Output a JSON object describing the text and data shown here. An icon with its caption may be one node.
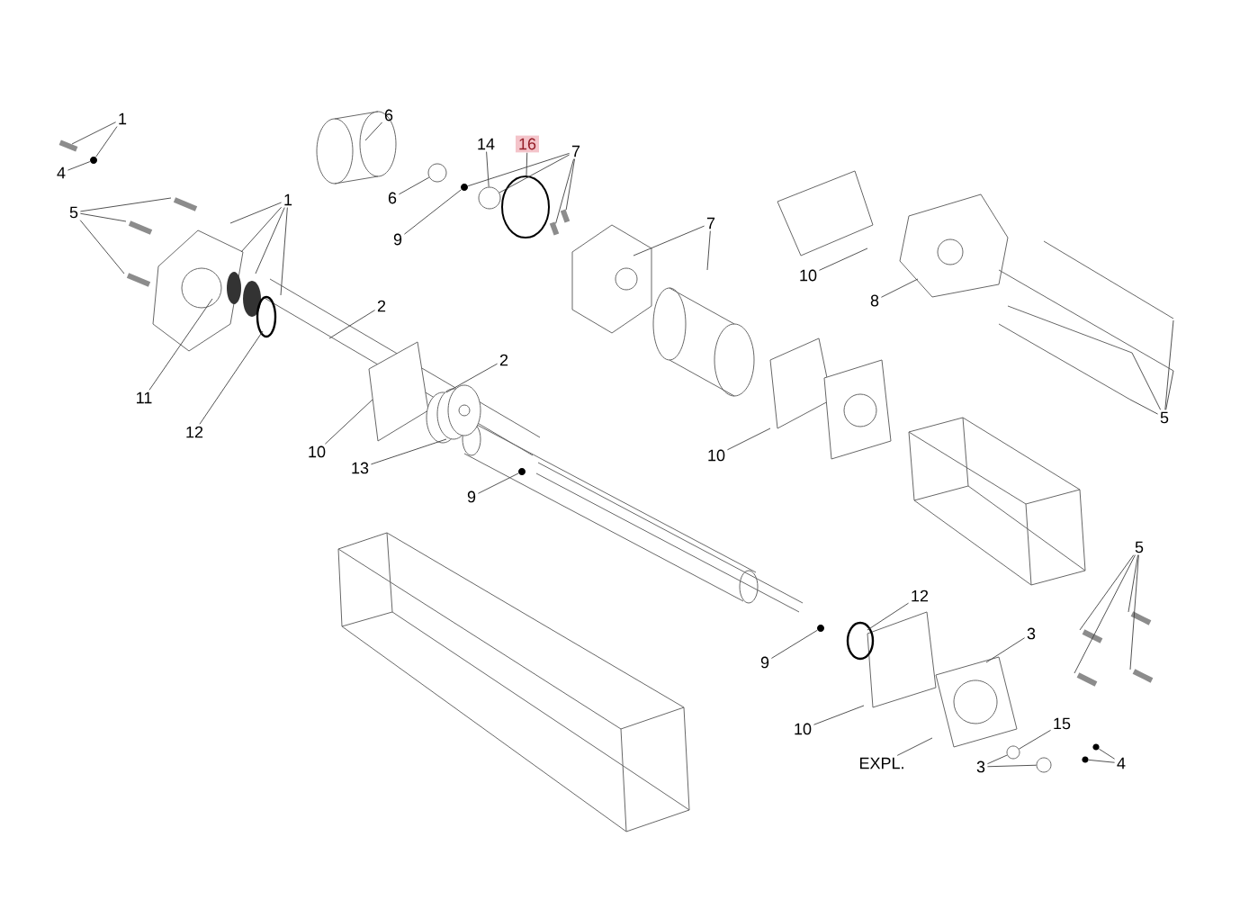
{
  "diagram": {
    "nodes": [
      {
        "text": [
          "1"
        ]
      },
      {
        "text": [
          "4"
        ]
      },
      {
        "text": [
          "6"
        ]
      },
      {
        "text": [
          "14"
        ]
      },
      {
        "text": [
          "16"
        ]
      },
      {
        "text": [
          "7"
        ]
      },
      {
        "text": [
          "5"
        ]
      },
      {
        "text": [
          "1"
        ]
      },
      {
        "text": [
          "6"
        ]
      },
      {
        "text": [
          "9"
        ]
      },
      {
        "text": [
          "7"
        ]
      },
      {
        "text": [
          "10"
        ]
      },
      {
        "text": [
          "8"
        ]
      },
      {
        "text": [
          "2"
        ]
      },
      {
        "text": [
          "2"
        ]
      },
      {
        "text": [
          "11"
        ]
      },
      {
        "text": [
          "12"
        ]
      },
      {
        "text": [
          "10"
        ]
      },
      {
        "text": [
          "13"
        ]
      },
      {
        "text": [
          "10"
        ]
      },
      {
        "text": [
          "5"
        ]
      },
      {
        "text": [
          "9"
        ]
      },
      {
        "text": [
          "5"
        ]
      },
      {
        "text": [
          "12"
        ]
      },
      {
        "text": [
          "3"
        ]
      },
      {
        "text": [
          "9"
        ]
      },
      {
        "text": [
          "10"
        ]
      },
      {
        "text": [
          "15"
        ]
      },
      {
        "text": [
          "EXPL."
        ]
      },
      {
        "text": [
          "3"
        ]
      },
      {
        "text": [
          "4"
        ]
      },
      {
        "text": [],
        "shape": "bar"
      },
      {
        "text": [],
        "shape": "circle"
      },
      {
        "text": [],
        "shape": "circle"
      },
      {
        "text": [],
        "shape": "circle"
      },
      {
        "text": [],
        "shape": "circle"
      },
      {
        "text": [],
        "shape": "circle"
      },
      {
        "text": [],
        "shape": "circle"
      },
      {
        "text": [],
        "shape": "circle"
      },
      {
        "text": [],
        "shape": "circle"
      },
      {
        "text": [],
        "shape": "circle"
      },
      {
        "text": [],
        "shape": "circle"
      },
      {
        "text": [],
        "shape": "circle"
      },
      {
        "text": [],
        "shape": "bar"
      },
      {
        "text": [],
        "shape": "bar"
      }
    ],
    "edges": [
      {
        "from": 0,
        "to": 31,
        "arrow": "none"
      },
      {
        "from": 0,
        "to": 32,
        "arrow": "none"
      },
      {
        "from": 1,
        "to": 32,
        "arrow": "none"
      },
      {
        "from": 2,
        "to": null,
        "arrow": "none"
      },
      {
        "from": 3,
        "to": 35,
        "arrow": "none"
      },
      {
        "from": 4,
        "to": 42,
        "arrow": "none"
      },
      {
        "from": 5,
        "to": 34,
        "arrow": "none"
      },
      {
        "from": 5,
        "to": 35,
        "arrow": "none"
      },
      {
        "from": 5,
        "to": 44,
        "arrow": "none"
      },
      {
        "from": 5,
        "to": 43,
        "arrow": "none"
      },
      {
        "from": 6,
        "to": null,
        "arrow": "none"
      },
      {
        "from": 6,
        "to": null,
        "arrow": "none"
      },
      {
        "from": 6,
        "to": null,
        "arrow": "none"
      },
      {
        "from": 7,
        "to": null,
        "arrow": "none"
      },
      {
        "from": 7,
        "to": null,
        "arrow": "none"
      },
      {
        "from": 7,
        "to": null,
        "arrow": "none"
      },
      {
        "from": 7,
        "to": null,
        "arrow": "none"
      },
      {
        "from": 8,
        "to": 33,
        "arrow": "none"
      },
      {
        "from": 9,
        "to": 34,
        "arrow": "none"
      },
      {
        "from": 10,
        "to": null,
        "arrow": "none"
      },
      {
        "from": 10,
        "to": null,
        "arrow": "none"
      },
      {
        "from": 11,
        "to": null,
        "arrow": "none"
      },
      {
        "from": 12,
        "to": null,
        "arrow": "none"
      },
      {
        "from": 13,
        "to": null,
        "arrow": "none"
      },
      {
        "from": 14,
        "to": null,
        "arrow": "none"
      },
      {
        "from": 15,
        "to": null,
        "arrow": "none"
      },
      {
        "from": 16,
        "to": null,
        "arrow": "none"
      },
      {
        "from": 17,
        "to": null,
        "arrow": "none"
      },
      {
        "from": 18,
        "to": null,
        "arrow": "none"
      },
      {
        "from": 19,
        "to": null,
        "arrow": "none"
      },
      {
        "from": 20,
        "to": null,
        "arrow": "none"
      },
      {
        "from": 20,
        "to": null,
        "arrow": "none"
      },
      {
        "from": 20,
        "to": null,
        "arrow": "none"
      },
      {
        "from": 20,
        "to": null,
        "arrow": "none"
      },
      {
        "from": 21,
        "to": 36,
        "arrow": "none"
      },
      {
        "from": 22,
        "to": null,
        "arrow": "none"
      },
      {
        "from": 22,
        "to": null,
        "arrow": "none"
      },
      {
        "from": 22,
        "to": null,
        "arrow": "none"
      },
      {
        "from": 22,
        "to": null,
        "arrow": "none"
      },
      {
        "from": 23,
        "to": null,
        "arrow": "none"
      },
      {
        "from": 24,
        "to": null,
        "arrow": "none"
      },
      {
        "from": 25,
        "to": 37,
        "arrow": "none"
      },
      {
        "from": 26,
        "to": null,
        "arrow": "none"
      },
      {
        "from": 27,
        "to": 38,
        "arrow": "none"
      },
      {
        "from": 28,
        "to": null,
        "arrow": "none"
      },
      {
        "from": 29,
        "to": 38,
        "arrow": "none"
      },
      {
        "from": 29,
        "to": 39,
        "arrow": "none"
      },
      {
        "from": 30,
        "to": 40,
        "arrow": "none"
      },
      {
        "from": 30,
        "to": 41,
        "arrow": "none"
      }
    ]
  }
}
